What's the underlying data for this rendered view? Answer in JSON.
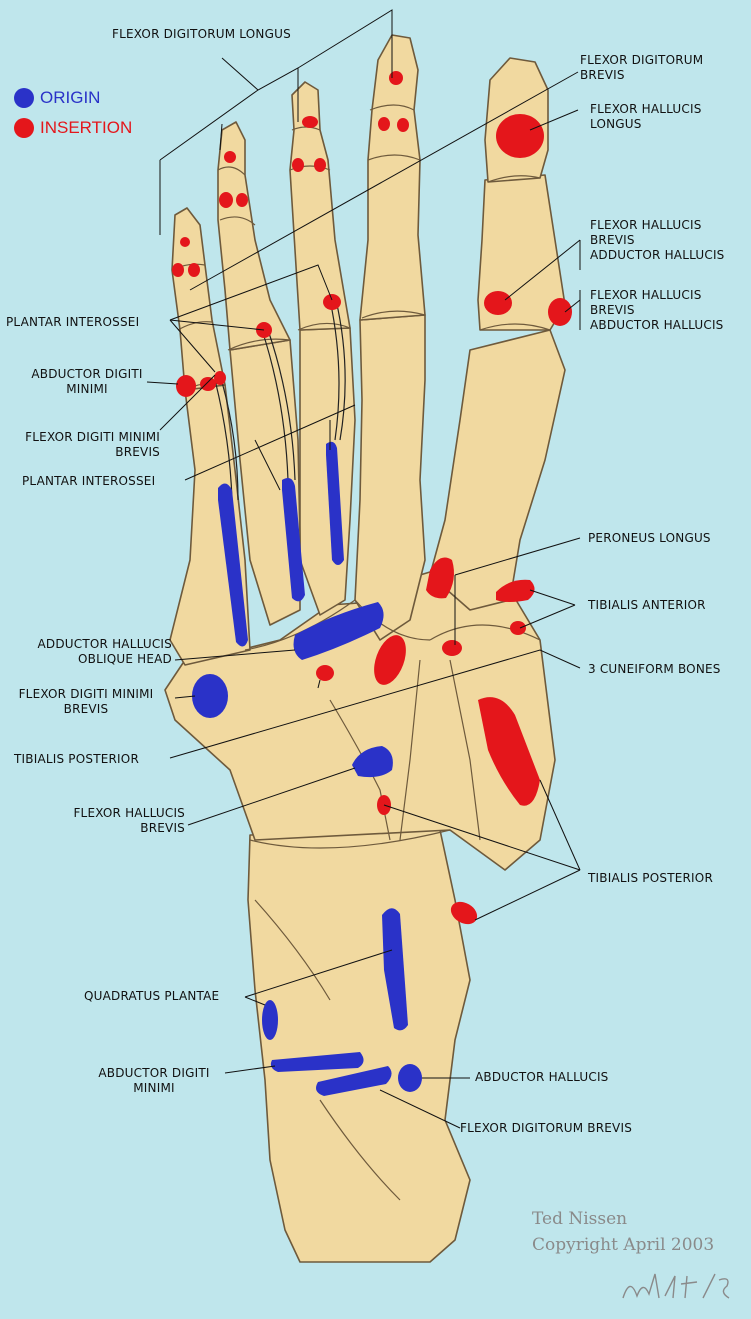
{
  "legend": {
    "origin": {
      "label": "ORIGIN",
      "color": "#2a32c8"
    },
    "insertion": {
      "label": "INSERTION",
      "color": "#e4161b"
    }
  },
  "colors": {
    "background": "#bfe6ec",
    "bone": "#f1d9a0",
    "bone_outline": "#6e5a3c",
    "origin": "#2a32c8",
    "insertion": "#e4161b"
  },
  "labels": {
    "flexor_digitorum_longus": "FLEXOR DIGITORUM LONGUS",
    "flexor_digitorum_brevis_top": [
      "FLEXOR DIGITORUM",
      "BREVIS"
    ],
    "flexor_hallucis_longus": [
      "FLEXOR HALLUCIS",
      "LONGUS"
    ],
    "flexor_hallucis_brevis_adductor": [
      "FLEXOR HALLUCIS",
      "BREVIS",
      "ADDUCTOR HALLUCIS"
    ],
    "flexor_hallucis_brevis_abductor": [
      "FLEXOR HALLUCIS",
      "BREVIS",
      "ABDUCTOR HALLUCIS"
    ],
    "plantar_interossei_1": "PLANTAR INTEROSSEI",
    "abductor_digiti_minimi_top": [
      "ABDUCTOR DIGITI",
      "MINIMI"
    ],
    "flexor_digiti_minimi_brevis_top": [
      "FLEXOR DIGITI MINIMI",
      "BREVIS"
    ],
    "plantar_interossei_2": "PLANTAR INTEROSSEI",
    "peroneus_longus": "PERONEUS LONGUS",
    "tibialis_anterior": "TIBIALIS ANTERIOR",
    "adductor_hallucis_oblique": [
      "ADDUCTOR HALLUCIS",
      "OBLIQUE HEAD"
    ],
    "three_cuneiform": "3 CUNEIFORM BONES",
    "flexor_digiti_minimi_brevis_mid": [
      "FLEXOR DIGITI MINIMI",
      "BREVIS"
    ],
    "tibialis_posterior_left": "TIBIALIS POSTERIOR",
    "flexor_hallucis_brevis_mid": [
      "FLEXOR HALLUCIS",
      "BREVIS"
    ],
    "tibialis_posterior_right": "TIBIALIS POSTERIOR",
    "quadratus_plantae": "QUADRATUS PLANTAE",
    "abductor_digiti_minimi_bottom": [
      "ABDUCTOR DIGITI",
      "MINIMI"
    ],
    "abductor_hallucis_bottom": "ABDUCTOR HALLUCIS",
    "flexor_digitorum_brevis_bottom": "FLEXOR DIGITORUM BREVIS"
  },
  "credit": {
    "author": "Ted Nissen",
    "copyright": "Copyright April 2003",
    "signature": "Ted 4/03"
  }
}
